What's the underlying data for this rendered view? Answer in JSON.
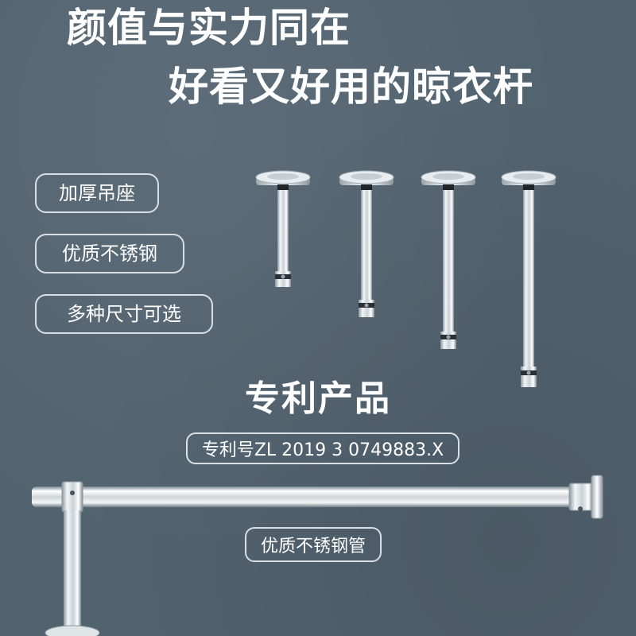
{
  "headline": {
    "line1": "颜值与实力同在",
    "line2": "好看又好用的晾衣杆"
  },
  "features": [
    "加厚吊座",
    "优质不锈钢",
    "多种尺寸可选"
  ],
  "patent": {
    "title": "专利产品",
    "number": "专利号ZL 2019 3 0749883.X"
  },
  "pipe_label": "优质不锈钢管",
  "colors": {
    "background": "#526370",
    "text": "#ffffff",
    "pill_border": "#d9dfe4",
    "metal_light": "#f2f4f5",
    "metal_dark": "#7d8a93"
  },
  "illustration": {
    "ceiling_mounts": 4,
    "mount_names": [
      "short-ceiling-mount",
      "medium-ceiling-mount",
      "long-ceiling-mount",
      "extra-long-ceiling-mount"
    ]
  }
}
